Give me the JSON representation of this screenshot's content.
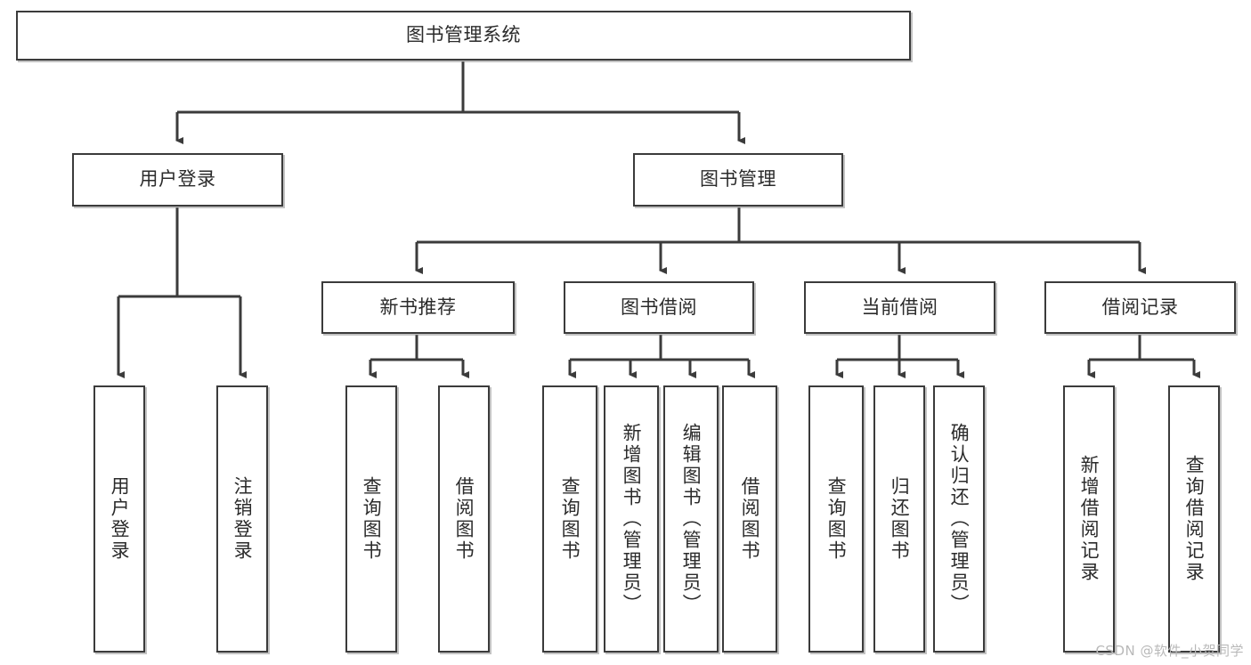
{
  "diagram": {
    "type": "tree",
    "title": "图书管理系统",
    "orientation": "top-down",
    "colors": {
      "box_border": "#3b3b3b",
      "box_fill": "#ffffff",
      "connector": "#3b3b3b",
      "text": "#2b2b2b",
      "watermark": "#b9b9b9"
    },
    "root": {
      "label": "图书管理系统",
      "level": 0
    },
    "level1": [
      {
        "label": "用户登录"
      },
      {
        "label": "图书管理"
      }
    ],
    "level2": [
      {
        "label": "新书推荐",
        "parent": "图书管理"
      },
      {
        "label": "图书借阅",
        "parent": "图书管理"
      },
      {
        "label": "当前借阅",
        "parent": "图书管理"
      },
      {
        "label": "借阅记录",
        "parent": "图书管理"
      }
    ],
    "leaves": {
      "用户登录": [
        {
          "label": "用户登录"
        },
        {
          "label": "注销登录"
        }
      ],
      "新书推荐": [
        {
          "label": "查询图书"
        },
        {
          "label": "借阅图书"
        }
      ],
      "图书借阅": [
        {
          "label": "查询图书"
        },
        {
          "label": "新增图书（管理员）"
        },
        {
          "label": "编辑图书（管理员）"
        },
        {
          "label": "借阅图书"
        }
      ],
      "当前借阅": [
        {
          "label": "查询图书"
        },
        {
          "label": "归还图书"
        },
        {
          "label": "确认归还（管理员）"
        }
      ],
      "借阅记录": [
        {
          "label": "新增借阅记录"
        },
        {
          "label": "查询借阅记录"
        }
      ]
    }
  },
  "watermark": {
    "text": "CSDN @软件_小贺同学"
  }
}
